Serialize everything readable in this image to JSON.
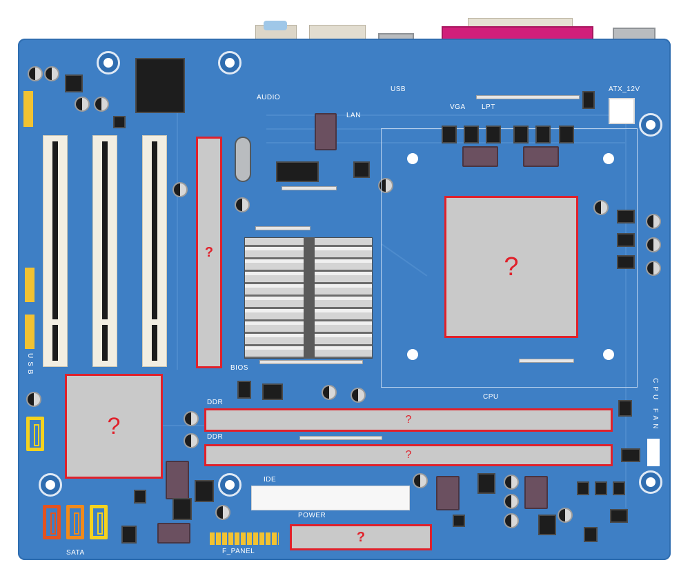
{
  "labels": {
    "audio": "AUDIO",
    "usb_top": "USB",
    "lan": "LAN",
    "vga": "VGA",
    "lpt": "LPT",
    "atx12v": "ATX_12V",
    "bios": "BIOS",
    "cpu": "CPU",
    "ddr1": "DDR",
    "ddr2": "DDR",
    "ide": "IDE",
    "power": "POWER",
    "f_panel": "F_PANEL",
    "sata": "SATA",
    "usb_side": "USB",
    "cpu_fan": "CPU FAN"
  },
  "unknown_marks": {
    "bios_slot": "?",
    "cpu_socket": "?",
    "chipset": "?",
    "ddr1": "?",
    "ddr2": "?",
    "power_connector": "?"
  },
  "colors": {
    "board": "#3e7fc5",
    "highlight": "#e0212b",
    "vga_port": "#d11f7a",
    "sata_yellow": "#f4d21f",
    "sata_orange": "#f08a1c",
    "sata_red": "#e25321"
  }
}
